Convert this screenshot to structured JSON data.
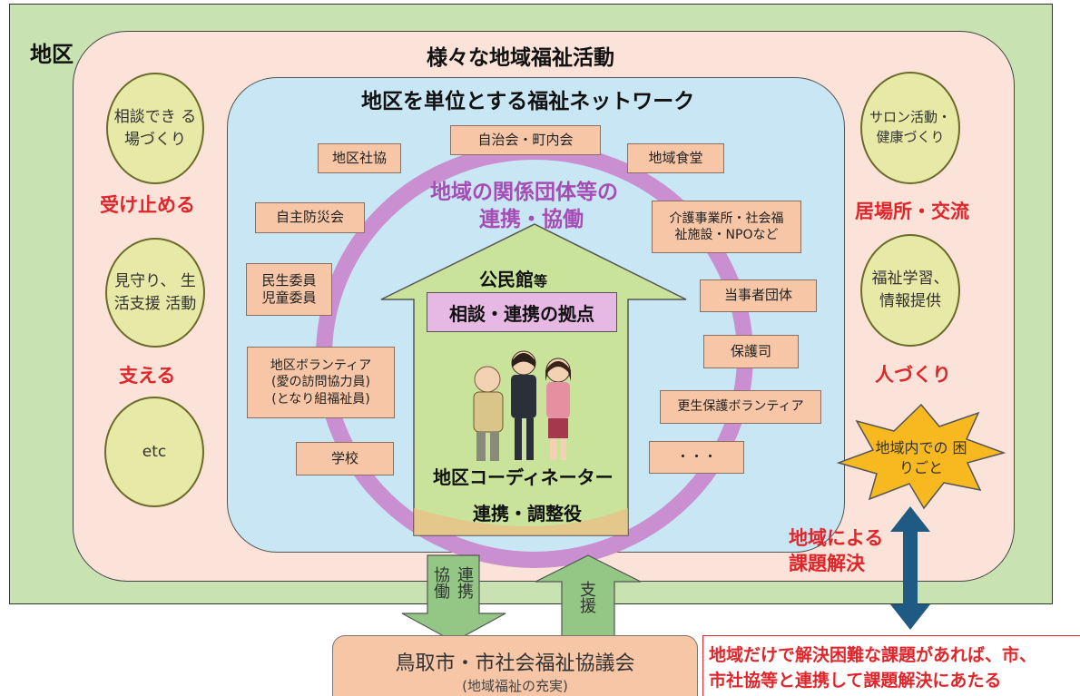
{
  "colors": {
    "district_bg": "#c9e2b2",
    "outer_area": "#fbe3da",
    "network_bg": "#c9e6f4",
    "ring": "#c98fd0",
    "box_fill": "#f6c6a6",
    "oval_fill": "#e7e9a6",
    "house": "#c9e39b",
    "red": "#e0262b",
    "purple": "#a64cb5",
    "arrow_green": "#94c686",
    "arrow_blue": "#1f5a85",
    "burst": "#f7b91f"
  },
  "district_label": "地区",
  "outer_title": "様々な地域福祉活動",
  "network_title": "地区を単位とする福祉ネットワーク",
  "ring_text": {
    "line1": "地域の関係団体等の",
    "line2": "連携・協働"
  },
  "left_ovals": [
    "相談でき る場づくり",
    "見守り、 生活支援 活動",
    "etc"
  ],
  "right_ovals": [
    "サロン活動・ 健康づくり",
    "福祉学習、 情報提供"
  ],
  "red_labels": {
    "uketomeru": "受け止める",
    "sasaeru": "支える",
    "ibasho": "居場所・交流",
    "hitozukuri": "人づくり",
    "chiiki_kaiketsu_1": "地域による",
    "chiiki_kaiketsu_2": "課題解決"
  },
  "groups": {
    "jichikai": "自治会・町内会",
    "chikusha": "地区社協",
    "shokudo": "地域食堂",
    "bosai": "自主防災会",
    "kaigo": "介護事業所・社会福\n祉施設・NPOなど",
    "minsei": "民生委員\n児童委員",
    "tojisha": "当事者団体",
    "hogoshi": "保護司",
    "volunteer": "地区ボランティア\n(愛の訪問協力員)\n(となり組福祉員)",
    "kosei": "更生保護ボランティア",
    "gakko": "学校",
    "etc_dots": "・・・"
  },
  "house": {
    "title": "公民館",
    "title_suffix": "等",
    "hub_label": "相談・連携の拠点",
    "coordinator": "地区コーディネーター",
    "role": "連携・調整役"
  },
  "burst_text": "地域内での 困りごと",
  "arrows": {
    "left_col1": "協働",
    "left_col2": "連携",
    "right": "支援"
  },
  "city_box": {
    "title": "鳥取市・市社会福祉協議会",
    "subtitle": "(地域福祉の充実)"
  },
  "bottom_note": {
    "line1": "地域だけで解決困難な課題があれば、市、",
    "line2": "市社協等と連携して課題解決にあたる"
  }
}
